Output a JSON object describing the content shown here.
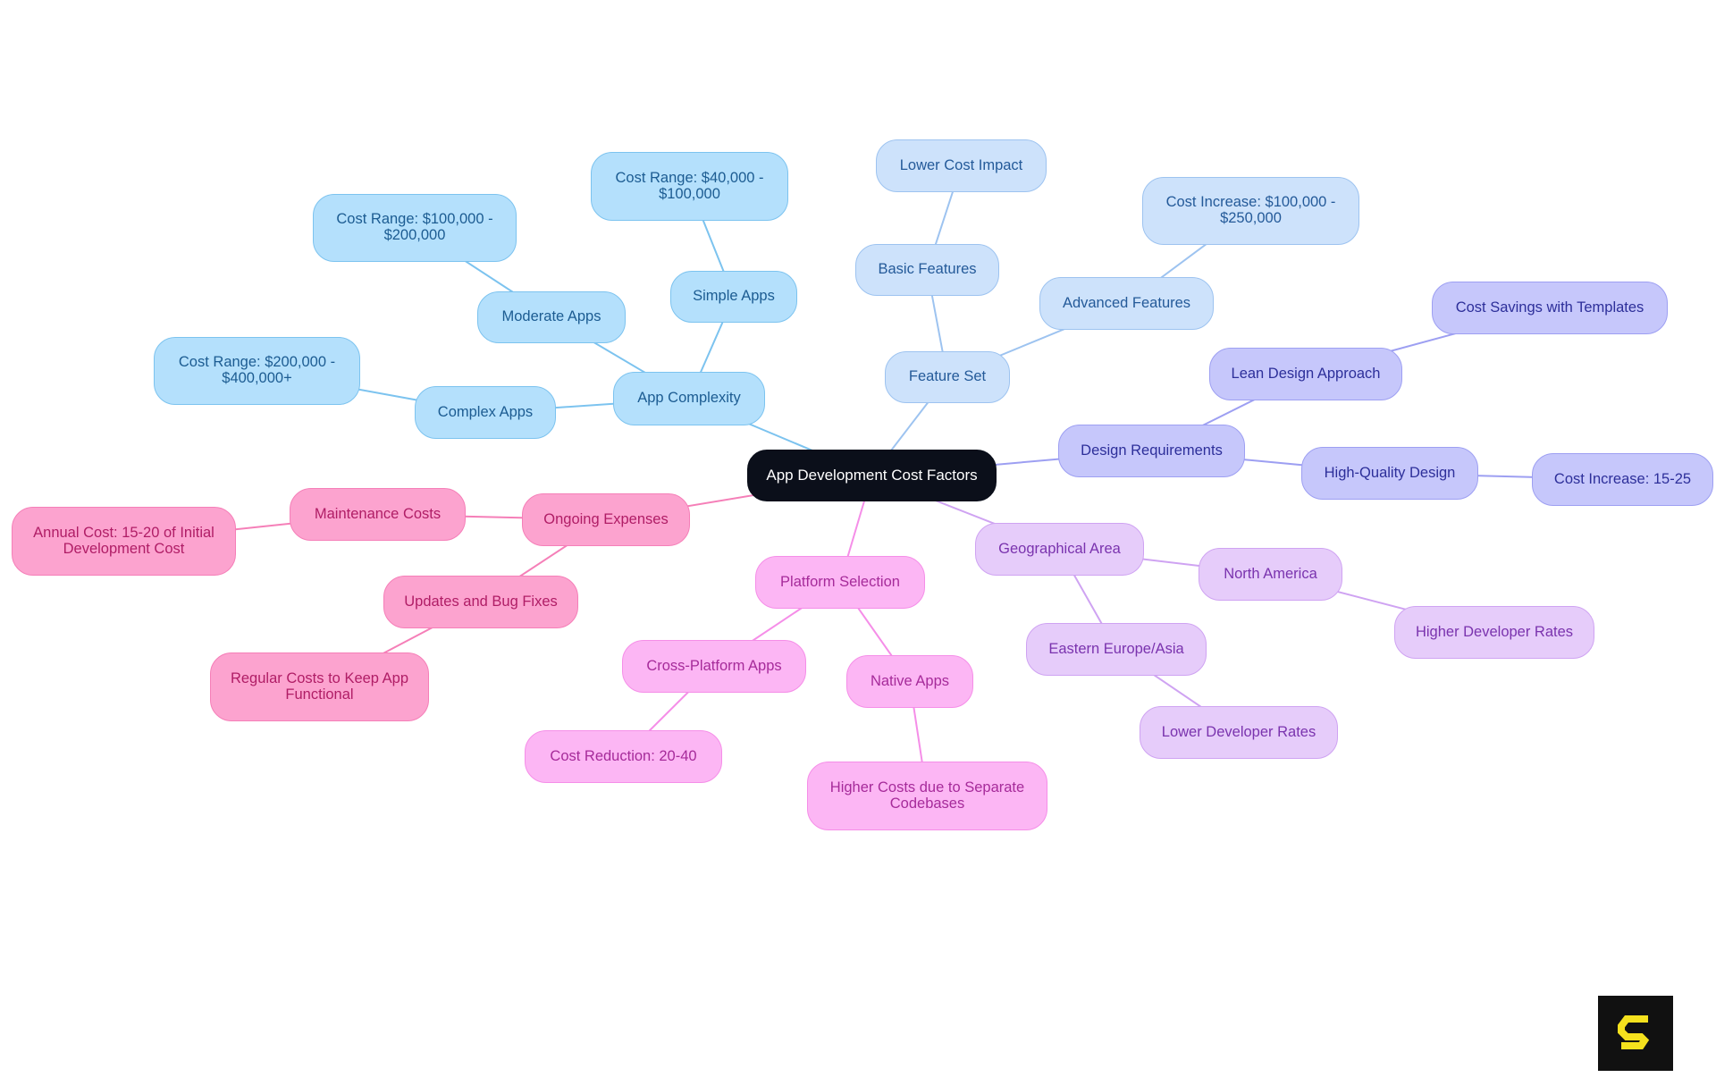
{
  "title": "App Development Cost Factors",
  "colors": {
    "root": "#0b0f1a",
    "blue": "#7cc3ef",
    "light_blue": "#9dc3f0",
    "indigo": "#9d9ff2",
    "lavender": "#cfa3f2",
    "magenta": "#f58ee8",
    "pink": "#f57fb8",
    "logo_yellow": "#f5e11d"
  },
  "nodes": {
    "root": "App Development Cost Factors",
    "app_complexity": "App Complexity",
    "simple_apps": "Simple Apps",
    "simple_cost": "Cost Range: $40,000 - $100,000",
    "moderate_apps": "Moderate Apps",
    "moderate_cost": "Cost Range: $100,000 - $200,000",
    "complex_apps": "Complex Apps",
    "complex_cost": "Cost Range: $200,000 - $400,000+",
    "feature_set": "Feature Set",
    "basic_features": "Basic Features",
    "lower_cost_impact": "Lower Cost Impact",
    "advanced_features": "Advanced Features",
    "advanced_cost": "Cost Increase: $100,000 - $250,000",
    "design_requirements": "Design Requirements",
    "lean_design": "Lean Design Approach",
    "template_savings": "Cost Savings with Templates",
    "high_quality_design": "High-Quality Design",
    "design_cost_increase": "Cost Increase: 15-25",
    "geographical_area": "Geographical Area",
    "north_america": "North America",
    "higher_rates": "Higher Developer Rates",
    "eastern_europe_asia": "Eastern Europe/Asia",
    "lower_rates": "Lower Developer Rates",
    "platform_selection": "Platform Selection",
    "cross_platform": "Cross-Platform Apps",
    "cost_reduction": "Cost Reduction: 20-40",
    "native_apps": "Native Apps",
    "separate_codebases": "Higher Costs due to Separate Codebases",
    "ongoing_expenses": "Ongoing Expenses",
    "maintenance_costs": "Maintenance Costs",
    "annual_cost": "Annual Cost: 15-20 of Initial Development Cost",
    "updates_bug_fixes": "Updates and Bug Fixes",
    "regular_costs": "Regular Costs to Keep App Functional"
  },
  "icons": {
    "logo": "brand-s-logo-icon"
  }
}
